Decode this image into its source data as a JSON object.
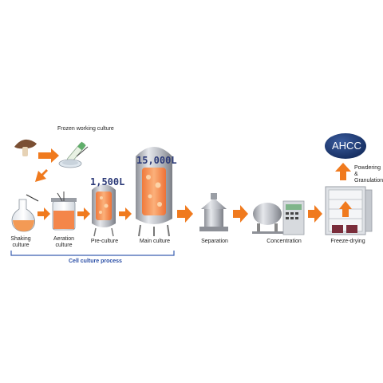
{
  "labels": {
    "frozen_working_culture": "Frozen working culture",
    "shaking_culture": "Shaking culture",
    "aeration_culture": "Aeration culture",
    "pre_culture": "Pre-culture",
    "main_culture": "Main culture",
    "separation": "Separation",
    "concentration": "Concentration",
    "freeze_drying": "Freeze-drying",
    "powdering_granulation": "Powdering & Granulation",
    "cell_culture_process": "Cell culture process"
  },
  "volumes": {
    "pre_culture": "1,500L",
    "main_culture": "15,000L"
  },
  "product": "AHCC",
  "colors": {
    "arrow": "#f07a1e",
    "bracket": "#3a5fb0",
    "product_badge": "#1f3d7a",
    "culture_fluid": "#f4864a",
    "steel": "#b9bcc2"
  }
}
